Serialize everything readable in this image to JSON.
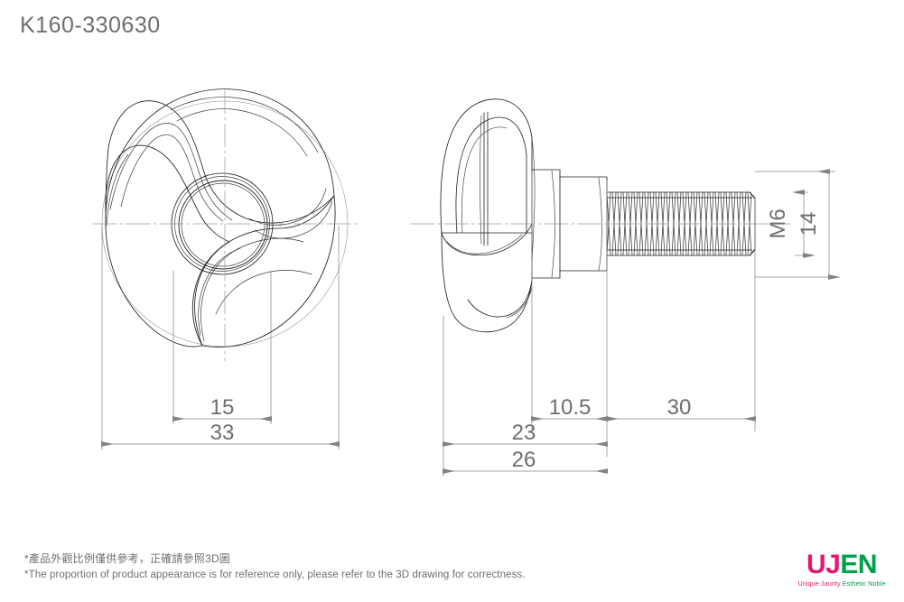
{
  "title": "K160-330630",
  "drawing": {
    "type": "engineering-part-drawing",
    "part": "three-lobe knob with threaded stud",
    "views": [
      {
        "name": "front-view",
        "label": "front elevation of three-lobe knob"
      },
      {
        "name": "side-view",
        "label": "side elevation with threaded stud"
      }
    ]
  },
  "dimensions": {
    "front_inner": "15",
    "front_outer": "33",
    "side_collar": "10.5",
    "side_thread_length": "30",
    "side_body_length": "23",
    "side_overall_length": "26",
    "thread_spec": "M6",
    "thread_diameter_callout": "14"
  },
  "notes": {
    "chinese": "*產品外觀比例僅供參考，正確請參照3D圖",
    "english": "*The proportion of product appearance is for reference only, please refer to the 3D drawing for correctness."
  },
  "logo": {
    "mark_a": "UJ",
    "mark_b": "EN",
    "tagline_a": "Unique Jaunty ",
    "tagline_b": "Esthetic Noble",
    "color_a": "#e6186c",
    "color_b": "#00a14b"
  },
  "colors": {
    "line": "#231f20",
    "dimension": "#808285",
    "text": "#6d6e71",
    "background": "#ffffff"
  }
}
